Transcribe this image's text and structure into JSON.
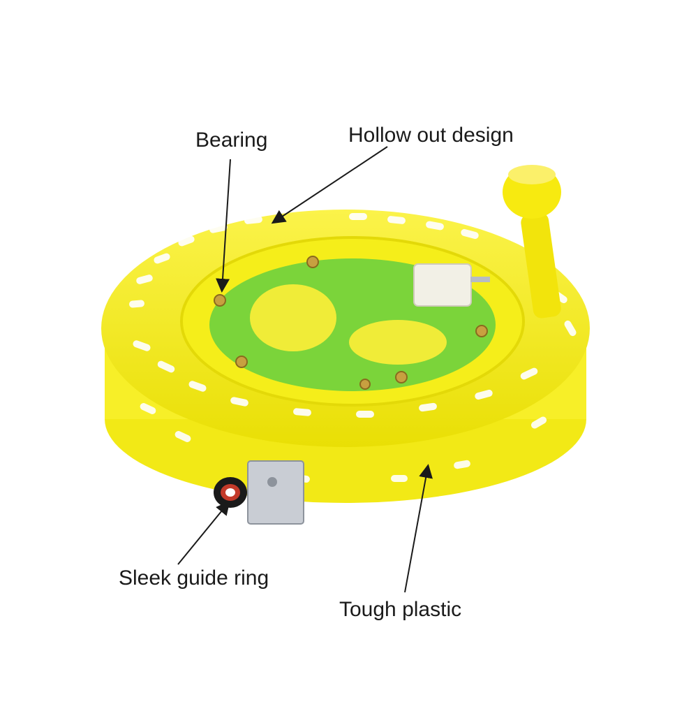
{
  "callouts": {
    "bearing": "Bearing",
    "hollow_out": "Hollow out design",
    "guide_ring": "Sleek guide ring",
    "plastic": "Tough plastic"
  },
  "colors": {
    "background": "#ffffff",
    "reel_yellow": "#f5ee1a",
    "hub_green": "#7bd43a",
    "bolt_gold": "#c8a040",
    "bracket_metal": "#c9cdd4",
    "handle_white": "#f2f0e6"
  },
  "icons": [
    "kite-reel-photo",
    "arrow"
  ]
}
